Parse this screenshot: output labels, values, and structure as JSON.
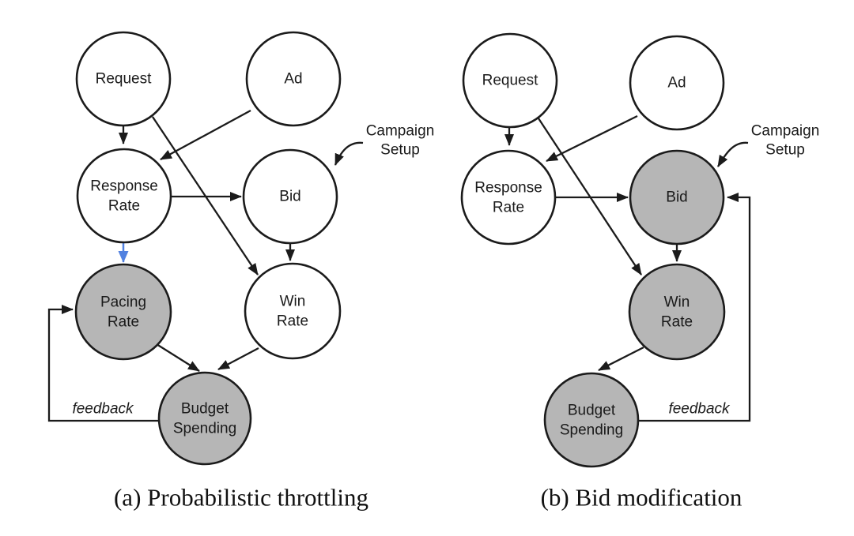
{
  "figure": {
    "background": "#ffffff",
    "colors": {
      "node_fill_white": "#ffffff",
      "node_fill_gray": "#b6b6b6",
      "line": "#1b1b1b",
      "highlight_arrow": "#5181e0",
      "text": "#1a1a1a"
    }
  },
  "diagram_a": {
    "caption": "(a) Probabilistic throttling",
    "nodes": {
      "request": {
        "label": "Request",
        "fill": "white"
      },
      "ad": {
        "label": "Ad",
        "fill": "white"
      },
      "response_rate": {
        "line1": "Response",
        "line2": "Rate",
        "fill": "white"
      },
      "bid": {
        "label": "Bid",
        "fill": "white"
      },
      "pacing_rate": {
        "line1": "Pacing",
        "line2": "Rate",
        "fill": "gray"
      },
      "win_rate": {
        "line1": "Win",
        "line2": "Rate",
        "fill": "white"
      },
      "budget_spending": {
        "line1": "Budget",
        "line2": "Spending",
        "fill": "gray"
      }
    },
    "labels": {
      "campaign_setup_line1": "Campaign",
      "campaign_setup_line2": "Setup",
      "feedback": "feedback"
    },
    "edges": [
      "Request -> Response Rate",
      "Ad -> Response Rate",
      "Request -> Win Rate",
      "Response Rate -> Bid",
      "Response Rate -> Pacing Rate (blue highlight)",
      "Bid -> Win Rate",
      "Pacing Rate -> Budget Spending",
      "Win Rate -> Budget Spending",
      "Budget Spending -> Pacing Rate (feedback loop)",
      "Campaign Setup -> Bid (annotation arrow)"
    ]
  },
  "diagram_b": {
    "caption": "(b) Bid modification",
    "nodes": {
      "request": {
        "label": "Request",
        "fill": "white"
      },
      "ad": {
        "label": "Ad",
        "fill": "white"
      },
      "response_rate": {
        "line1": "Response",
        "line2": "Rate",
        "fill": "white"
      },
      "bid": {
        "label": "Bid",
        "fill": "gray"
      },
      "win_rate": {
        "line1": "Win",
        "line2": "Rate",
        "fill": "gray"
      },
      "budget_spending": {
        "line1": "Budget",
        "line2": "Spending",
        "fill": "gray"
      }
    },
    "labels": {
      "campaign_setup_line1": "Campaign",
      "campaign_setup_line2": "Setup",
      "feedback": "feedback"
    },
    "edges": [
      "Request -> Response Rate",
      "Ad -> Response Rate",
      "Request -> Win Rate",
      "Response Rate -> Bid",
      "Bid -> Win Rate",
      "Win Rate -> Budget Spending",
      "Budget Spending -> Bid (feedback loop)",
      "Campaign Setup -> Bid (annotation arrow)"
    ]
  }
}
